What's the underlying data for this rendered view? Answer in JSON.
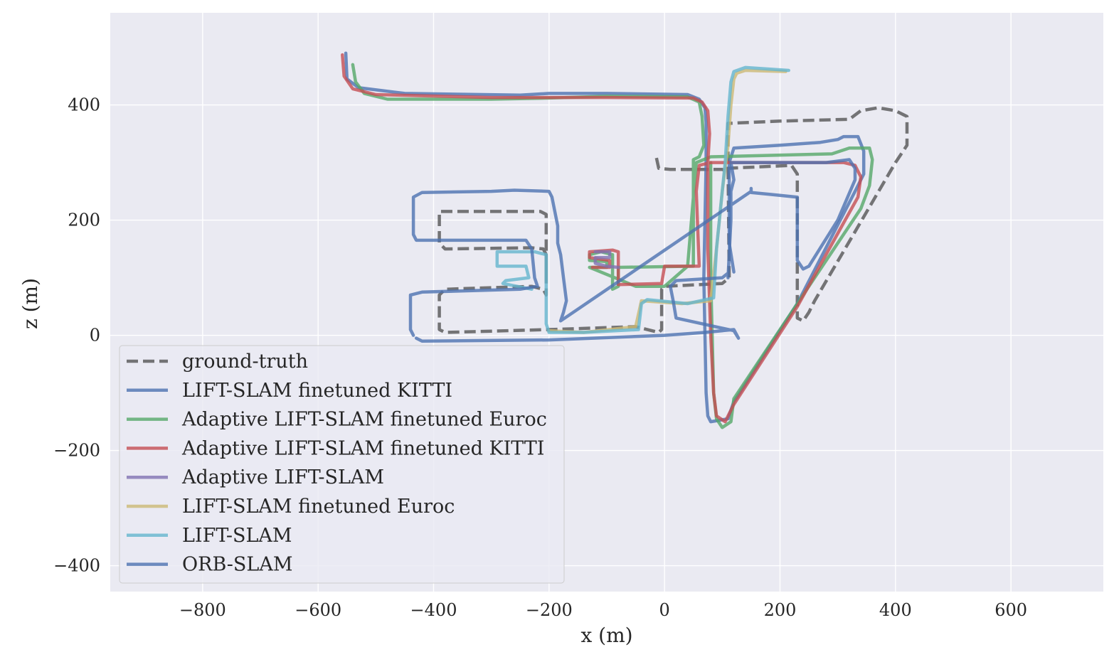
{
  "chart_data": {
    "type": "line",
    "title": "",
    "xlabel": "x (m)",
    "ylabel": "z (m)",
    "xlim": [
      -960,
      760
    ],
    "ylim": [
      -445,
      560
    ],
    "x_ticks": [
      -800,
      -600,
      -400,
      -200,
      0,
      200,
      400,
      600
    ],
    "x_tick_labels": [
      "−800",
      "−600",
      "−400",
      "−200",
      "0",
      "200",
      "400",
      "600"
    ],
    "y_ticks": [
      -400,
      -200,
      0,
      200,
      400
    ],
    "y_tick_labels": [
      "−400",
      "−200",
      "0",
      "200",
      "400"
    ],
    "grid": true,
    "legend_position": "lower-left",
    "series": [
      {
        "name": "ground-truth",
        "color": "#555555",
        "dashed": true,
        "points": [
          [
            -14,
            308
          ],
          [
            -10,
            290
          ],
          [
            10,
            288
          ],
          [
            100,
            288
          ],
          [
            108,
            285
          ],
          [
            108,
            290
          ],
          [
            220,
            295
          ],
          [
            230,
            280
          ],
          [
            230,
            90
          ],
          [
            230,
            30
          ],
          [
            240,
            25
          ],
          [
            250,
            40
          ],
          [
            260,
            60
          ],
          [
            400,
            300
          ],
          [
            420,
            330
          ],
          [
            420,
            380
          ],
          [
            400,
            390
          ],
          [
            370,
            395
          ],
          [
            340,
            390
          ],
          [
            320,
            375
          ],
          [
            200,
            372
          ],
          [
            110,
            368
          ],
          [
            110,
            340
          ],
          [
            110,
            300
          ],
          [
            112,
            100
          ],
          [
            100,
            90
          ],
          [
            0,
            85
          ],
          [
            -5,
            80
          ],
          [
            -5,
            10
          ],
          [
            -10,
            5
          ],
          [
            -50,
            15
          ],
          [
            -200,
            10
          ],
          [
            -380,
            5
          ],
          [
            -390,
            10
          ],
          [
            -390,
            70
          ],
          [
            -380,
            80
          ],
          [
            -230,
            85
          ],
          [
            -210,
            80
          ],
          [
            -205,
            70
          ],
          [
            -205,
            210
          ],
          [
            -215,
            215
          ],
          [
            -390,
            215
          ],
          [
            -390,
            160
          ],
          [
            -380,
            150
          ],
          [
            -230,
            152
          ],
          [
            -210,
            150
          ],
          [
            -205,
            140
          ],
          [
            -205,
            100
          ]
        ]
      },
      {
        "name": "LIFT-SLAM finetuned KITTI",
        "color": "#4c72b0",
        "dashed": false,
        "points": [
          [
            -552,
            490
          ],
          [
            -550,
            445
          ],
          [
            -530,
            430
          ],
          [
            -450,
            420
          ],
          [
            -250,
            417
          ],
          [
            -200,
            420
          ],
          [
            -100,
            420
          ],
          [
            40,
            418
          ],
          [
            60,
            410
          ],
          [
            70,
            395
          ],
          [
            72,
            370
          ],
          [
            72,
            300
          ],
          [
            70,
            200
          ],
          [
            68,
            100
          ],
          [
            70,
            0
          ],
          [
            72,
            -100
          ],
          [
            75,
            -140
          ],
          [
            80,
            -150
          ],
          [
            110,
            -145
          ],
          [
            120,
            -115
          ],
          [
            130,
            -100
          ],
          [
            230,
            55
          ],
          [
            330,
            250
          ],
          [
            345,
            280
          ],
          [
            345,
            320
          ],
          [
            335,
            345
          ],
          [
            310,
            345
          ],
          [
            300,
            340
          ],
          [
            270,
            335
          ],
          [
            200,
            330
          ],
          [
            120,
            325
          ],
          [
            112,
            300
          ],
          [
            112,
            160
          ],
          [
            120,
            110
          ]
        ]
      },
      {
        "name": "Adaptive LIFT-SLAM finetuned Euroc",
        "color": "#55a868",
        "dashed": false,
        "points": [
          [
            -540,
            470
          ],
          [
            -535,
            440
          ],
          [
            -520,
            420
          ],
          [
            -480,
            410
          ],
          [
            -300,
            410
          ],
          [
            -200,
            412
          ],
          [
            -100,
            415
          ],
          [
            40,
            414
          ],
          [
            60,
            405
          ],
          [
            65,
            380
          ],
          [
            68,
            330
          ],
          [
            60,
            310
          ],
          [
            50,
            305
          ],
          [
            50,
            200
          ],
          [
            50,
            120
          ],
          [
            -80,
            118
          ],
          [
            -80,
            85
          ],
          [
            -90,
            80
          ],
          [
            -90,
            140
          ],
          [
            -110,
            145
          ],
          [
            -130,
            140
          ],
          [
            -130,
            130
          ],
          [
            -100,
            128
          ],
          [
            -100,
            118
          ],
          [
            -130,
            118
          ],
          [
            -50,
            85
          ],
          [
            0,
            85
          ],
          [
            40,
            120
          ],
          [
            55,
            300
          ],
          [
            80,
            310
          ],
          [
            290,
            315
          ],
          [
            320,
            325
          ],
          [
            355,
            325
          ],
          [
            360,
            305
          ],
          [
            355,
            260
          ],
          [
            340,
            220
          ],
          [
            120,
            -110
          ],
          [
            115,
            -150
          ],
          [
            100,
            -160
          ],
          [
            90,
            -145
          ],
          [
            85,
            -100
          ],
          [
            80,
            100
          ],
          [
            80,
            300
          ]
        ]
      },
      {
        "name": "Adaptive LIFT-SLAM finetuned KITTI",
        "color": "#c44e52",
        "dashed": false,
        "points": [
          [
            -558,
            487
          ],
          [
            -555,
            450
          ],
          [
            -540,
            428
          ],
          [
            -500,
            418
          ],
          [
            -300,
            413
          ],
          [
            -200,
            413
          ],
          [
            -100,
            413
          ],
          [
            50,
            412
          ],
          [
            65,
            405
          ],
          [
            75,
            390
          ],
          [
            78,
            350
          ],
          [
            75,
            300
          ],
          [
            75,
            150
          ],
          [
            80,
            0
          ],
          [
            85,
            -100
          ],
          [
            90,
            -140
          ],
          [
            105,
            -150
          ],
          [
            120,
            -120
          ],
          [
            230,
            50
          ],
          [
            310,
            195
          ],
          [
            335,
            240
          ],
          [
            340,
            275
          ],
          [
            330,
            295
          ],
          [
            310,
            300
          ],
          [
            80,
            300
          ],
          [
            60,
            295
          ],
          [
            55,
            250
          ],
          [
            60,
            120
          ],
          [
            0,
            120
          ],
          [
            -5,
            90
          ],
          [
            -80,
            88
          ],
          [
            -80,
            145
          ],
          [
            -90,
            148
          ],
          [
            -130,
            145
          ],
          [
            -130,
            135
          ],
          [
            -95,
            130
          ],
          [
            -95,
            118
          ],
          [
            -125,
            118
          ]
        ]
      },
      {
        "name": "Adaptive LIFT-SLAM",
        "color": "#8172b2",
        "dashed": false,
        "points": [
          [
            -120,
            145
          ],
          [
            -95,
            145
          ],
          [
            -95,
            135
          ],
          [
            -120,
            135
          ],
          [
            -120,
            125
          ],
          [
            -100,
            120
          ],
          [
            -80,
            118
          ]
        ]
      },
      {
        "name": "LIFT-SLAM finetuned Euroc",
        "color": "#ccb974",
        "dashed": false,
        "points": [
          [
            210,
            458
          ],
          [
            140,
            460
          ],
          [
            125,
            455
          ],
          [
            120,
            445
          ],
          [
            115,
            400
          ],
          [
            110,
            330
          ],
          [
            100,
            250
          ],
          [
            90,
            150
          ],
          [
            80,
            60
          ],
          [
            30,
            55
          ],
          [
            -40,
            60
          ],
          [
            -50,
            15
          ],
          [
            -140,
            5
          ],
          [
            -200,
            8
          ]
        ]
      },
      {
        "name": "LIFT-SLAM",
        "color": "#64b5cd",
        "dashed": false,
        "points": [
          [
            215,
            460
          ],
          [
            140,
            465
          ],
          [
            120,
            458
          ],
          [
            115,
            440
          ],
          [
            110,
            380
          ],
          [
            105,
            300
          ],
          [
            100,
            250
          ],
          [
            90,
            150
          ],
          [
            85,
            65
          ],
          [
            40,
            55
          ],
          [
            -30,
            62
          ],
          [
            -40,
            55
          ],
          [
            -45,
            10
          ],
          [
            -140,
            5
          ],
          [
            -200,
            5
          ],
          [
            -205,
            20
          ],
          [
            -205,
            140
          ],
          [
            -225,
            145
          ],
          [
            -290,
            145
          ],
          [
            -290,
            120
          ],
          [
            -240,
            120
          ],
          [
            -235,
            100
          ],
          [
            -275,
            95
          ],
          [
            -280,
            90
          ],
          [
            -230,
            80
          ]
        ]
      },
      {
        "name": "ORB-SLAM",
        "color": "#4c72b0",
        "dashed": false,
        "points": [
          [
            -430,
            -5
          ],
          [
            -420,
            -10
          ],
          [
            -200,
            -8
          ],
          [
            0,
            0
          ],
          [
            70,
            5
          ],
          [
            120,
            10
          ],
          [
            128,
            -5
          ],
          [
            120,
            8
          ],
          [
            20,
            30
          ],
          [
            15,
            60
          ],
          [
            10,
            85
          ],
          [
            20,
            95
          ],
          [
            100,
            100
          ],
          [
            110,
            108
          ],
          [
            110,
            100
          ],
          [
            115,
            200
          ],
          [
            115,
            250
          ],
          [
            120,
            270
          ],
          [
            115,
            300
          ],
          [
            140,
            300
          ],
          [
            240,
            300
          ],
          [
            270,
            300
          ],
          [
            280,
            300
          ],
          [
            320,
            305
          ],
          [
            330,
            290
          ],
          [
            330,
            270
          ],
          [
            300,
            200
          ],
          [
            250,
            120
          ],
          [
            240,
            115
          ],
          [
            230,
            130
          ],
          [
            230,
            240
          ],
          [
            180,
            245
          ],
          [
            150,
            248
          ],
          [
            150,
            255
          ],
          [
            150,
            250
          ],
          [
            -180,
            25
          ],
          [
            -175,
            40
          ],
          [
            -170,
            60
          ],
          [
            -175,
            100
          ],
          [
            -180,
            140
          ],
          [
            -185,
            160
          ],
          [
            -185,
            190
          ],
          [
            -195,
            240
          ],
          [
            -200,
            250
          ],
          [
            -260,
            252
          ],
          [
            -300,
            250
          ],
          [
            -420,
            248
          ],
          [
            -435,
            240
          ],
          [
            -435,
            175
          ],
          [
            -430,
            165
          ],
          [
            -240,
            165
          ],
          [
            -230,
            150
          ],
          [
            -225,
            100
          ],
          [
            -220,
            85
          ],
          [
            -250,
            80
          ],
          [
            -420,
            75
          ],
          [
            -440,
            70
          ],
          [
            -440,
            10
          ],
          [
            -435,
            0
          ]
        ]
      }
    ]
  }
}
